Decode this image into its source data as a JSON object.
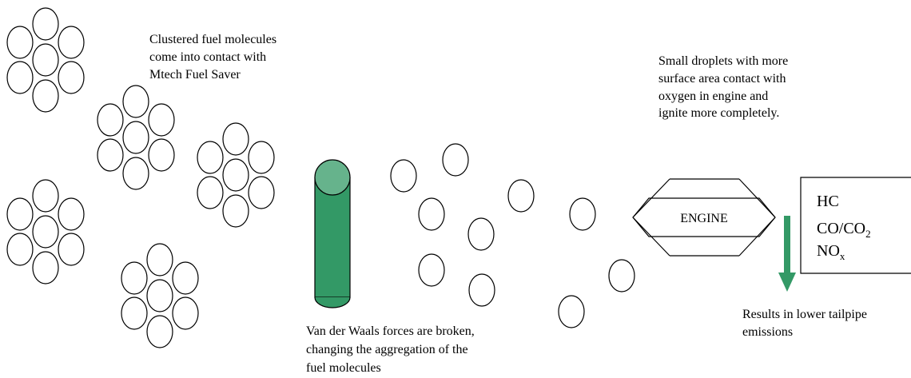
{
  "captions": {
    "clustered": [
      "Clustered fuel molecules",
      "come into contact with",
      "Mtech Fuel Saver"
    ],
    "droplets": [
      "Small droplets with more",
      "surface area contact with",
      "oxygen in  engine and",
      "ignite more  completely."
    ],
    "van_der_waals": [
      "Van der Waals forces are broken,",
      "changing the aggregation of the",
      "fuel molecules"
    ],
    "results": [
      "Results in lower tailpipe",
      "emissions"
    ]
  },
  "engine": {
    "label": "ENGINE"
  },
  "emissions": {
    "hc": {
      "main": "HC"
    },
    "co": {
      "main": "CO/CO",
      "sub": "2"
    },
    "nox": {
      "main": "NO",
      "sub": "x"
    }
  },
  "colors": {
    "fuel_saver_body": "#339966",
    "fuel_saver_top": "#66b38c",
    "arrow": "#339966",
    "outline": "#000000"
  },
  "icons": {
    "fuel_saver": "cylinder-icon",
    "flow_arrow": "down-arrow-icon"
  }
}
